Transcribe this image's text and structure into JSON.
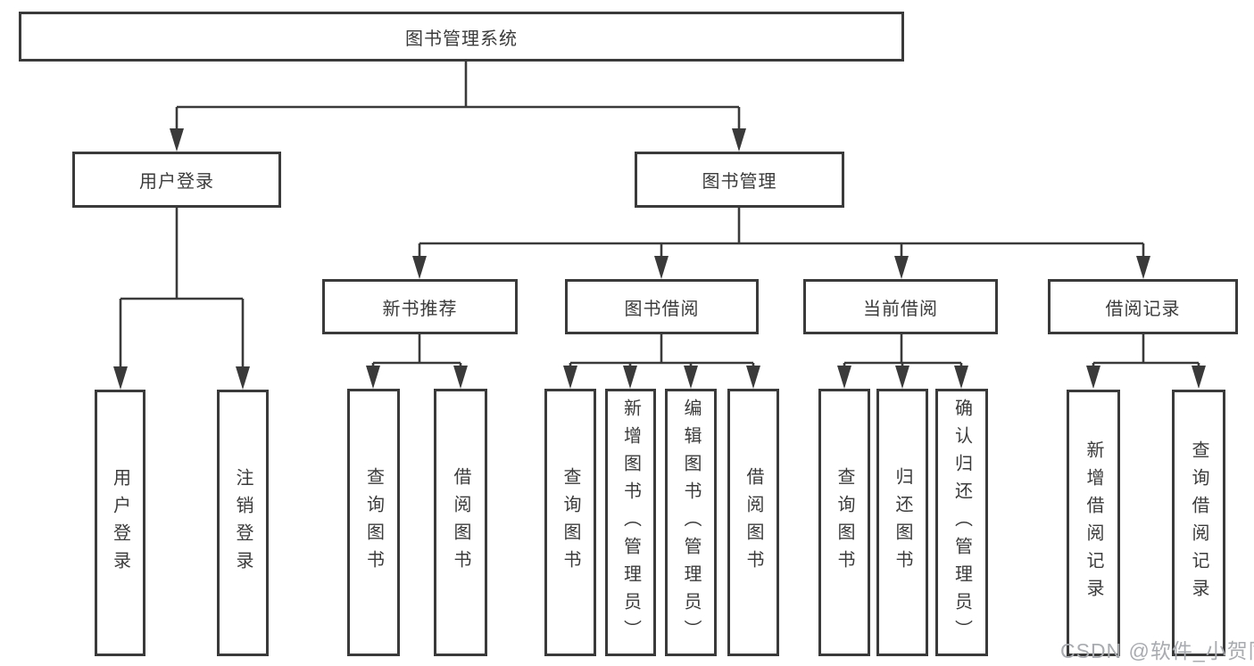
{
  "root": {
    "label": "图书管理系统"
  },
  "branches": [
    {
      "label": "用户登录",
      "children": [
        {
          "label": "用户登录"
        },
        {
          "label": "注销登录"
        }
      ]
    },
    {
      "label": "图书管理",
      "children": [
        {
          "label": "新书推荐",
          "children": [
            {
              "label": "查询图书"
            },
            {
              "label": "借阅图书"
            }
          ]
        },
        {
          "label": "图书借阅",
          "children": [
            {
              "label": "查询图书"
            },
            {
              "label": "新增图书（管理员）"
            },
            {
              "label": "编辑图书（管理员）"
            },
            {
              "label": "借阅图书"
            }
          ]
        },
        {
          "label": "当前借阅",
          "children": [
            {
              "label": "查询图书"
            },
            {
              "label": "归还图书"
            },
            {
              "label": "确认归还（管理员）"
            }
          ]
        },
        {
          "label": "借阅记录",
          "children": [
            {
              "label": "新增借阅记录"
            },
            {
              "label": "查询借阅记录"
            }
          ]
        }
      ]
    }
  ],
  "watermark": "CSDN @软件_小贺同学",
  "colors": {
    "line": "#3a3a3a",
    "text": "#3b3b3b",
    "watermark": "#a8abaf",
    "background": "#ffffff"
  }
}
